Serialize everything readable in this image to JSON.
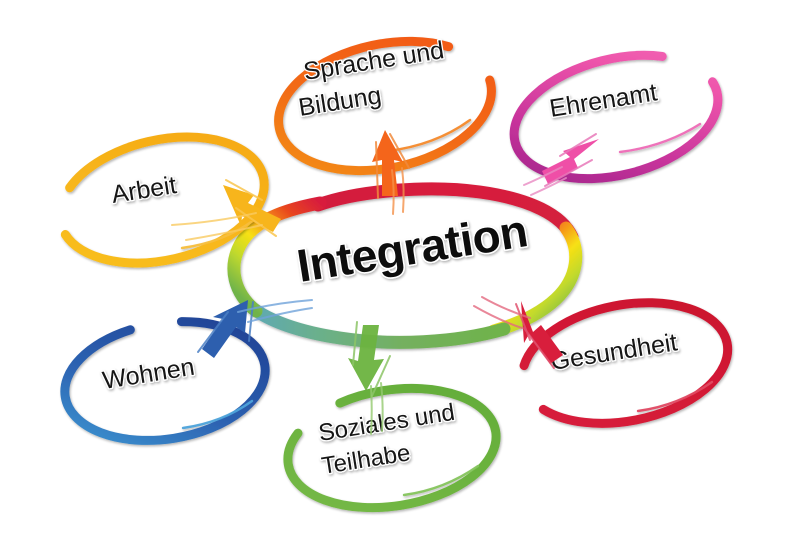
{
  "diagram": {
    "type": "mind-map",
    "title": "Integration",
    "background_color": "#ffffff",
    "center": {
      "label": "Integration",
      "shape": "ellipse",
      "text_rotation_deg": -9,
      "stroke_style": "hand-drawn rainbow gradient ring",
      "gradient_stops": [
        "#D81E3C",
        "#F05A22",
        "#F7A81B",
        "#F4E311",
        "#B9D532",
        "#6CB33F",
        "#4A9DC4"
      ]
    },
    "branches": [
      {
        "id": "sprache-und-bildung",
        "label_lines": [
          "Sprache und",
          "Bildung"
        ],
        "label": "Sprache und Bildung",
        "color": "#F26A1B",
        "color_dark": "#E8540F",
        "position": "top",
        "arrow_direction": "up",
        "text_rotation_deg": -9
      },
      {
        "id": "ehrenamt",
        "label_lines": [
          "Ehrenamt"
        ],
        "label": "Ehrenamt",
        "color": "#EE4FA8",
        "color_dark": "#A2258C",
        "position": "top-right",
        "arrow_direction": "up-right",
        "text_rotation_deg": -9
      },
      {
        "id": "arbeit",
        "label_lines": [
          "Arbeit"
        ],
        "label": "Arbeit",
        "color": "#F7B51C",
        "color_dark": "#F2A30E",
        "position": "top-left",
        "arrow_direction": "up-left",
        "text_rotation_deg": -9
      },
      {
        "id": "wohnen",
        "label_lines": [
          "Wohnen"
        ],
        "label": "Wohnen",
        "color": "#2E54A6",
        "color_dark": "#17347E",
        "color_light": "#3C9BD6",
        "position": "bottom-left",
        "arrow_direction": "down-left",
        "text_rotation_deg": -9
      },
      {
        "id": "soziales-und-teilhabe",
        "label_lines": [
          "Soziales und",
          "Teilhabe"
        ],
        "label": "Soziales und Teilhabe",
        "color": "#6CB33F",
        "color_dark": "#57A032",
        "position": "bottom",
        "arrow_direction": "down",
        "text_rotation_deg": -9
      },
      {
        "id": "gesundheit",
        "label_lines": [
          "Gesundheit"
        ],
        "label": "Gesundheit",
        "color": "#D81E3C",
        "color_dark": "#C2102C",
        "position": "bottom-right",
        "arrow_direction": "down-right",
        "text_rotation_deg": -9
      }
    ]
  }
}
